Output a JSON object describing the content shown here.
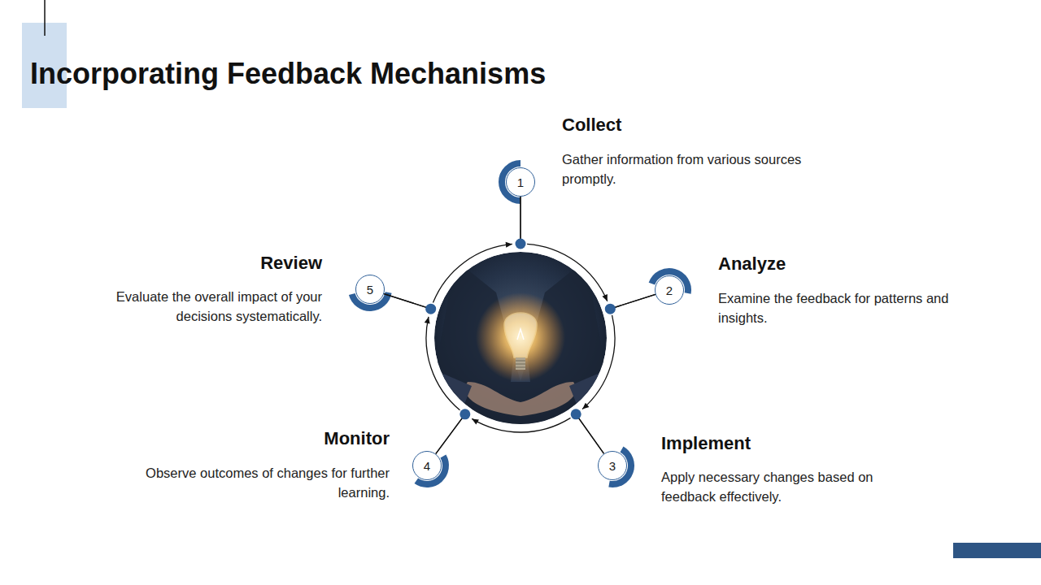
{
  "diagram": {
    "title": "Incorporating Feedback Mechanisms",
    "nodes": [
      {
        "text": [
          "1",
          "Collect",
          "Gather information from various sources promptly."
        ]
      },
      {
        "text": [
          "2",
          "Analyze",
          "Examine the feedback for patterns and insights."
        ]
      },
      {
        "text": [
          "3",
          "Implement",
          "Apply necessary changes based on feedback effectively."
        ]
      },
      {
        "text": [
          "4",
          "Monitor",
          "Observe outcomes of changes for further learning."
        ]
      },
      {
        "text": [
          "5",
          "Review",
          "Evaluate the overall impact of your decisions systematically."
        ]
      }
    ],
    "edges": [
      {
        "from": 0,
        "to": 1,
        "arrow": "to"
      },
      {
        "from": 1,
        "to": 2,
        "arrow": "to"
      },
      {
        "from": 2,
        "to": 3,
        "arrow": "to"
      },
      {
        "from": 3,
        "to": 4,
        "arrow": "to"
      },
      {
        "from": 4,
        "to": 0,
        "arrow": "to"
      }
    ]
  }
}
